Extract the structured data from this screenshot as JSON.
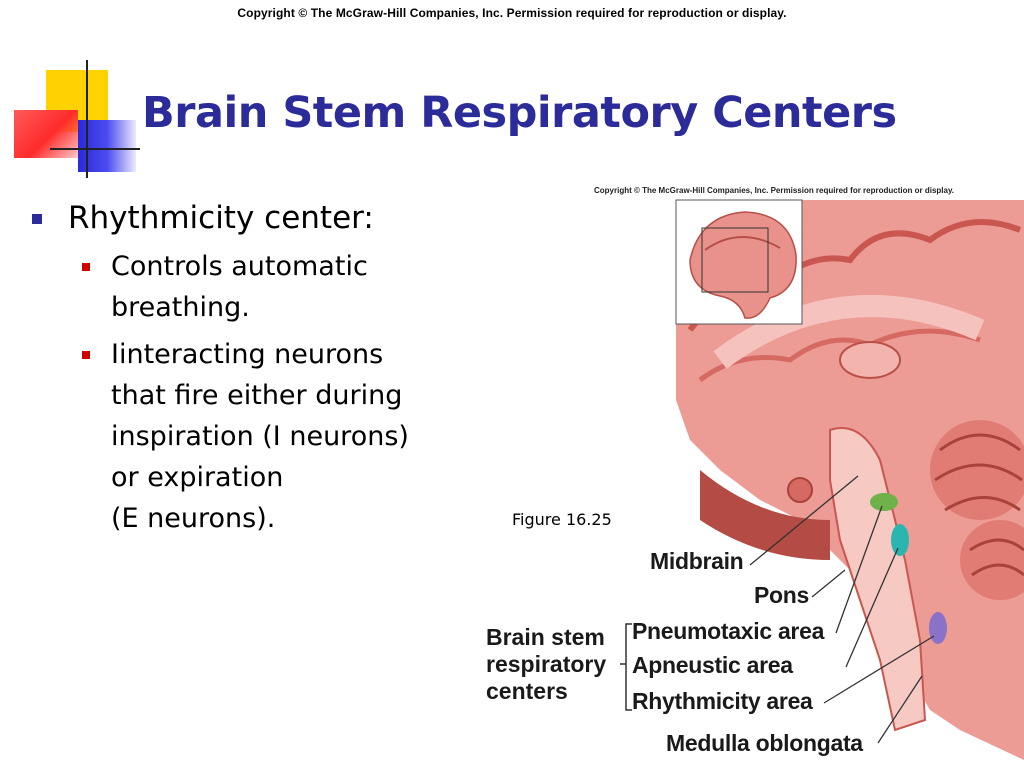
{
  "copyright_top": "Copyright © The McGraw-Hill Companies, Inc. Permission required for reproduction or display.",
  "title": "Brain Stem Respiratory Centers",
  "bullets": {
    "main": "Rhythmicity center:",
    "sub": [
      "Controls automatic\nbreathing.",
      "Iinteracting neurons\nthat fire either during\ninspiration (I neurons)\nor expiration\n(E neurons)."
    ]
  },
  "figure": {
    "label": "Figure 16.25",
    "copyright": "Copyright © The McGraw-Hill Companies, Inc. Permission required for reproduction or display.",
    "labels": {
      "midbrain": "Midbrain",
      "pons": "Pons",
      "pneumotaxic": "Pneumotaxic area",
      "apneustic": "Apneustic area",
      "rhythmicity": "Rhythmicity area",
      "medulla": "Medulla oblongata",
      "group": "Brain stem\nrespiratory\ncenters"
    },
    "colors": {
      "pneumotaxic": "#6fb24a",
      "apneustic": "#2bb5b0",
      "rhythmicity": "#8a72c8",
      "tissue": "#e88a84",
      "tissue_dark": "#c9574f"
    }
  }
}
